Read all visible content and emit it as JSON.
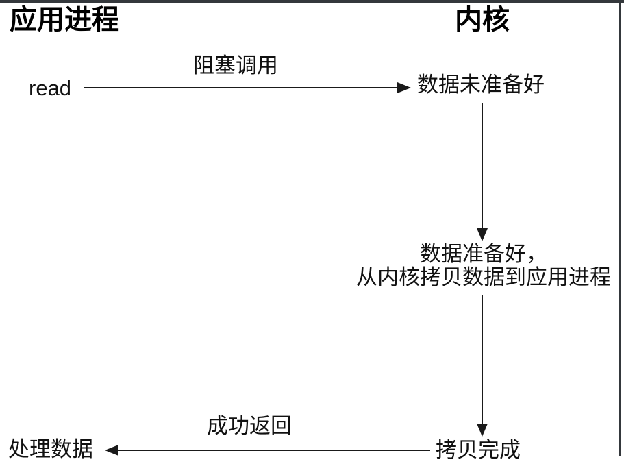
{
  "frame": {
    "background": "#ffffff",
    "border_color": "#34383c"
  },
  "headers": {
    "left": "应用进程",
    "right": "内核"
  },
  "nodes": {
    "read": "read",
    "data_not_ready": "数据未准备好",
    "data_ready_line1": "数据准备好，",
    "data_ready_line2": "从内核拷贝数据到应用进程",
    "copy_done": "拷贝完成",
    "process_data": "处理数据"
  },
  "arrow_labels": {
    "blocking_call": "阻塞调用",
    "success_return": "成功返回"
  },
  "colors": {
    "text": "#111111",
    "line": "#1a1a1a"
  }
}
